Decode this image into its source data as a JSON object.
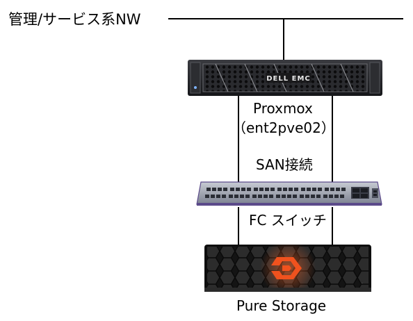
{
  "network_label": "管理/サービス系NW",
  "server": {
    "brand": "DELL EMC",
    "name": "Proxmox",
    "host": "（ent2pve02）"
  },
  "san_label": "SAN接続",
  "switch_label": "FC スイッチ",
  "storage_label": "Pure Storage",
  "colors": {
    "line": "#000000",
    "server_body": "#1e1f22",
    "switch_body": "#9aa0ad",
    "switch_accent": "#5b4a8a",
    "storage_logo": "#f0521e"
  }
}
